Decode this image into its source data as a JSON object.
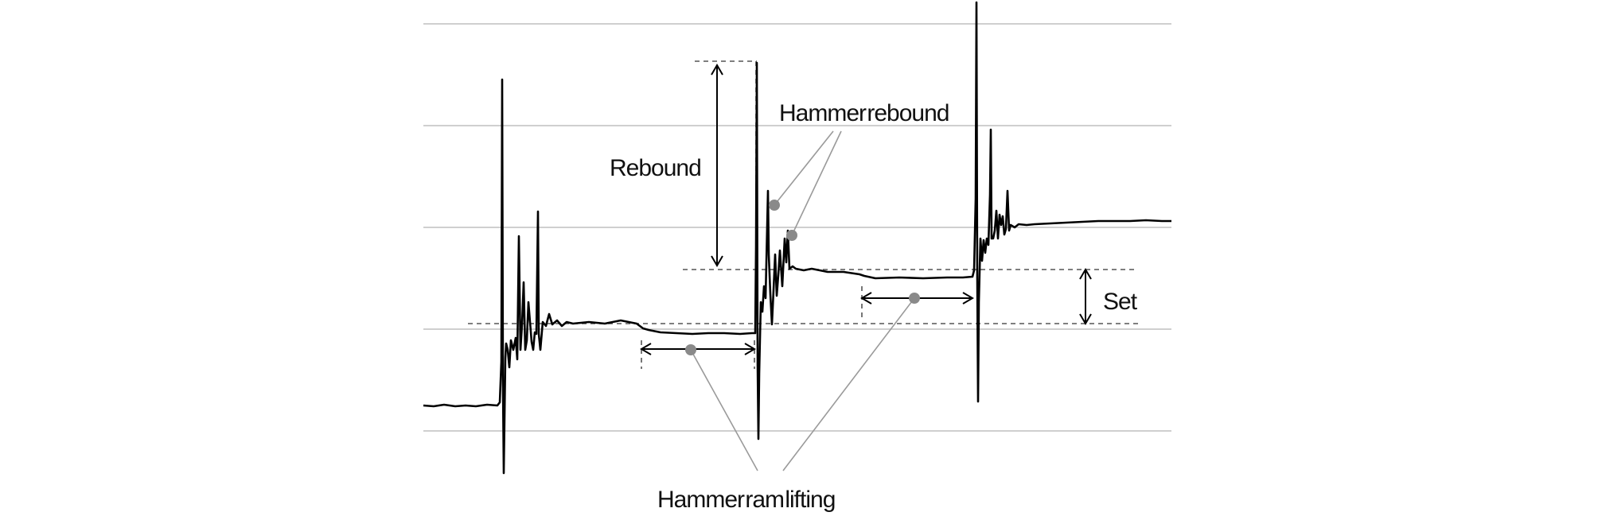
{
  "labels": {
    "rebound": "Rebound",
    "hammer_rebound": "Hammer rebound",
    "set": "Set",
    "hammer_ram_lifting": "Hammer ram lifting"
  },
  "colors": {
    "signal": "#000000",
    "grid": "#cfcfcf",
    "guide": "#555555",
    "marker": "#8a8a8a",
    "leader": "#9a9a9a"
  }
}
